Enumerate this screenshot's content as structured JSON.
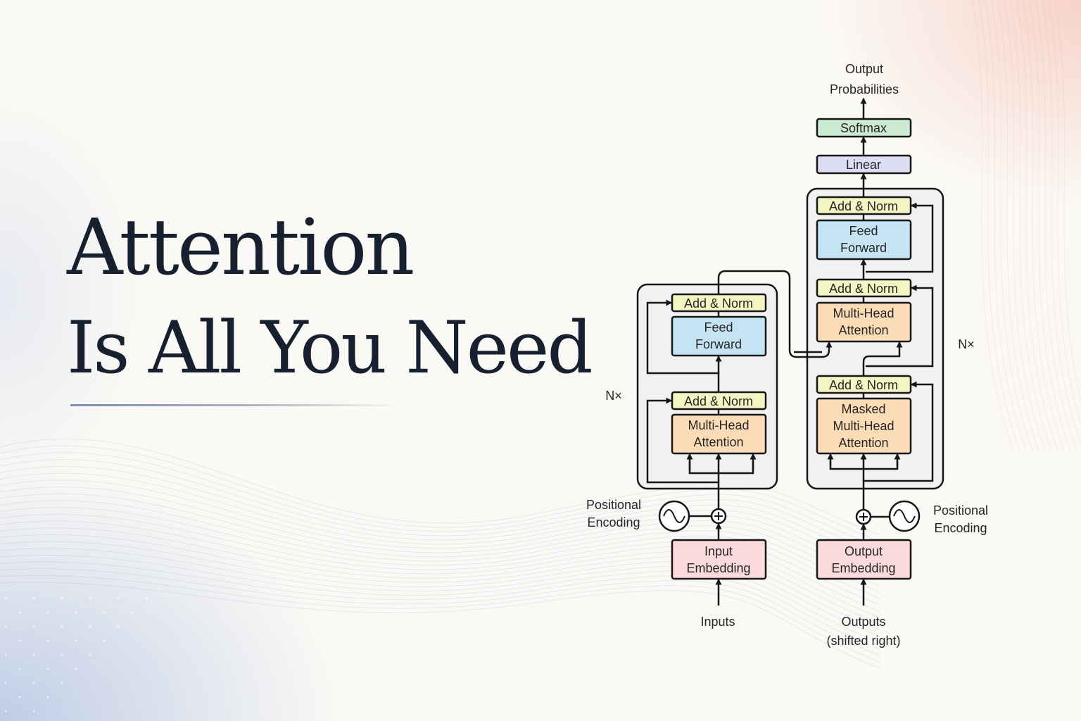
{
  "title": {
    "line1": "Attention",
    "line2": "Is All You Need"
  },
  "encoder": {
    "add_norm_top": "Add & Norm",
    "feed_forward": [
      "Feed",
      "Forward"
    ],
    "add_norm_bottom": "Add & Norm",
    "multi_head_attention": [
      "Multi-Head",
      "Attention"
    ],
    "repeat_label": "N×",
    "positional_encoding": [
      "Positional",
      "Encoding"
    ],
    "input_embedding": [
      "Input",
      "Embedding"
    ],
    "inputs_label": "Inputs"
  },
  "decoder": {
    "output_probabilities": [
      "Output",
      "Probabilities"
    ],
    "softmax": "Softmax",
    "linear": "Linear",
    "add_norm_top": "Add & Norm",
    "feed_forward": [
      "Feed",
      "Forward"
    ],
    "add_norm_middle": "Add & Norm",
    "multi_head_attention": [
      "Multi-Head",
      "Attention"
    ],
    "add_norm_bottom": "Add & Norm",
    "masked_attention": [
      "Masked",
      "Multi-Head",
      "Attention"
    ],
    "repeat_label": "N×",
    "positional_encoding": [
      "Positional",
      "Encoding"
    ],
    "output_embedding": [
      "Output",
      "Embedding"
    ],
    "outputs_label": [
      "Outputs",
      "(shifted right)"
    ]
  },
  "colors": {
    "add_norm": "#f3f5c2",
    "feed_forward": "#c4e4f3",
    "attention": "#fbdcb6",
    "embedding": "#fadada",
    "softmax": "#cdebd3",
    "linear": "#dcdcf3",
    "stack_bg": "#f1f1f1",
    "stroke": "#161616"
  }
}
